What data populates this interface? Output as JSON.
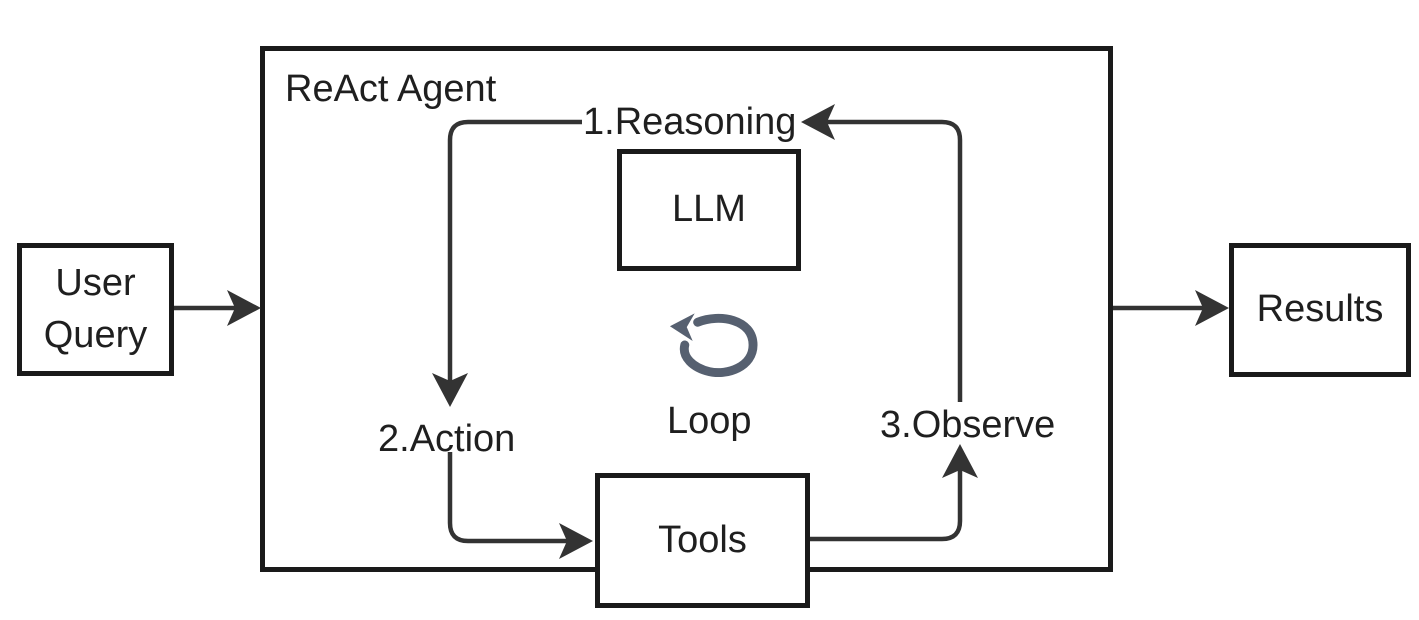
{
  "agent": {
    "title": "ReAct Agent"
  },
  "nodes": {
    "user_query": {
      "label": "User\nQuery"
    },
    "llm": {
      "label": "LLM"
    },
    "tools": {
      "label": "Tools"
    },
    "results": {
      "label": "Results"
    }
  },
  "steps": {
    "reasoning": {
      "label": "1.Reasoning"
    },
    "action": {
      "label": "2.Action"
    },
    "observe": {
      "label": "3.Observe"
    }
  },
  "loop": {
    "label": "Loop",
    "icon": "counterclockwise-loop-arrow"
  },
  "connections": [
    {
      "from": "user_query",
      "to": "agent"
    },
    {
      "from": "reasoning",
      "to": "action"
    },
    {
      "from": "action",
      "to": "tools"
    },
    {
      "from": "tools",
      "to": "observe"
    },
    {
      "from": "observe",
      "to": "reasoning"
    },
    {
      "from": "agent",
      "to": "results"
    }
  ],
  "colors": {
    "box_border": "#1a1a1a",
    "connector": "#333333",
    "text": "#1f1f1f",
    "loop_icon": "#566070",
    "background": "#ffffff"
  }
}
